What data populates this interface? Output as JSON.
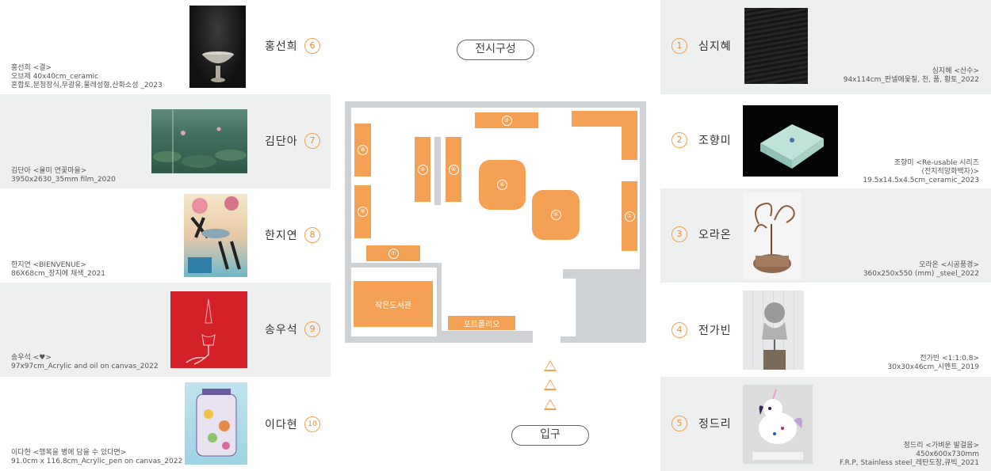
{
  "center": {
    "title": "전시구성",
    "entrance": "입구",
    "library": "작은도서관",
    "portfolio": "포트폴리오"
  },
  "booths": [
    "①",
    "②",
    "③",
    "④",
    "⑤",
    "⑥",
    "⑦",
    "⑧",
    "⑨",
    "⑩"
  ],
  "left_artists": [
    {
      "num": "6",
      "name": "홍선희",
      "caption": [
        "홍선희 <결>",
        "오브제 40x40cm_ceramic",
        "혼합토,분청장식,무광유,물레성형,산화소성 _2023"
      ]
    },
    {
      "num": "7",
      "name": "김단아",
      "caption": [
        "김단아 <율미 연꽃마을>",
        "3950x2630_35mm film_2020"
      ]
    },
    {
      "num": "8",
      "name": "한지연",
      "caption": [
        "한지연 <BIENVENUE>",
        "86X68cm_장지에 채색_2021"
      ]
    },
    {
      "num": "9",
      "name": "송우석",
      "caption": [
        "송우석 <♥>",
        "97x97cm_Acrylic and oil on canvas_2022"
      ]
    },
    {
      "num": "10",
      "name": "이다현",
      "caption": [
        "이다현 <행복을 병에 담을 수 있다면>",
        "91.0cm x 116.8cm_Acrylic_pen on canvas_2022"
      ]
    }
  ],
  "right_artists": [
    {
      "num": "1",
      "name": "심지혜",
      "caption": [
        "심지혜 <산수>",
        "94x114cm_판넬에옻칠, 천, 품, 황토_2022"
      ]
    },
    {
      "num": "2",
      "name": "조향미",
      "caption": [
        "조향미 <Re-usable 시리즈",
        "(전지적망화백자)>",
        "19.5x14.5x4.5cm_ceramic_2023"
      ]
    },
    {
      "num": "3",
      "name": "오라온",
      "caption": [
        "오라온 <시공풍경>",
        "360x250x550 (mm) _steel_2022"
      ]
    },
    {
      "num": "4",
      "name": "전가빈",
      "caption": [
        "전가빈 <1:1:0.8>",
        "30x30x46cm_시멘트_2019"
      ]
    },
    {
      "num": "5",
      "name": "정드리",
      "caption": [
        "정드리 <가벼운 발걸음>",
        "450x600x730mm",
        "F.R.P, Stainless steel_레탄도장,큐빅_2021"
      ]
    }
  ],
  "colors": {
    "accent": "#f5a155",
    "panel": "#eeefef",
    "wall": "#cfd2d4"
  }
}
